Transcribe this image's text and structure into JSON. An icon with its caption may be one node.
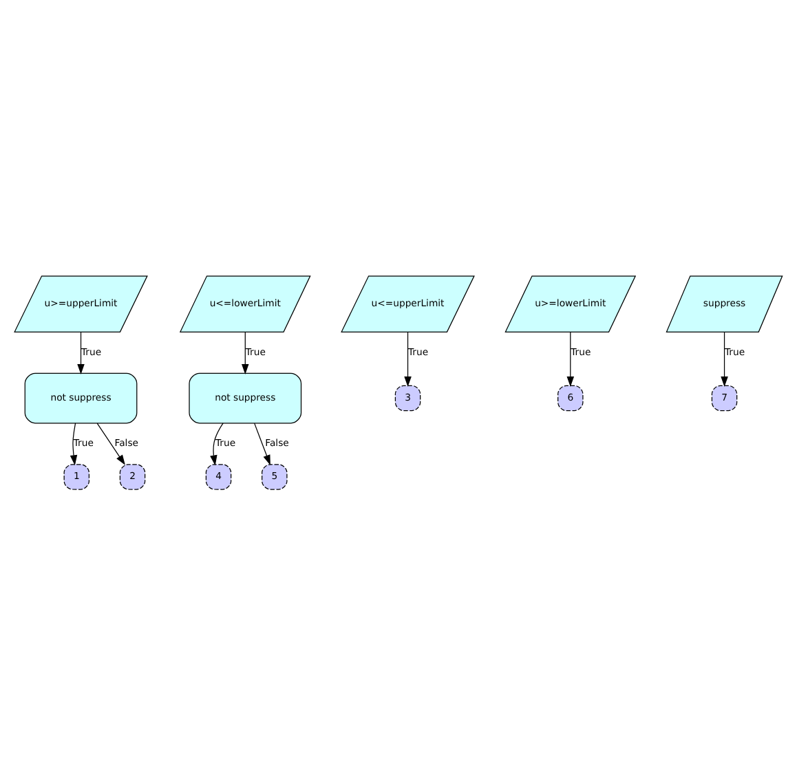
{
  "diagram": {
    "nodes": [
      {
        "text": [
          "u>=upperLimit"
        ]
      },
      {
        "text": [
          "u<=lowerLimit"
        ]
      },
      {
        "text": [
          "u<=upperLimit"
        ]
      },
      {
        "text": [
          "not suppress"
        ]
      },
      {
        "text": [
          "not suppress"
        ]
      },
      {
        "text": [
          "3"
        ]
      },
      {
        "text": [
          "1"
        ]
      },
      {
        "text": [
          "2"
        ]
      },
      {
        "text": [
          "4"
        ]
      },
      {
        "text": [
          "5"
        ]
      },
      {
        "text": [
          "u>=lowerLimit"
        ]
      },
      {
        "text": [
          "suppress"
        ]
      },
      {
        "text": [
          "6"
        ]
      },
      {
        "text": [
          "7"
        ]
      }
    ],
    "edges": [
      {
        "from": 0,
        "to": 3,
        "label": "True",
        "arrow": "to"
      },
      {
        "from": 1,
        "to": 4,
        "label": "True",
        "arrow": "to"
      },
      {
        "from": 2,
        "to": 5,
        "label": "True",
        "arrow": "to"
      },
      {
        "from": 3,
        "to": 6,
        "label": "True",
        "arrow": "to"
      },
      {
        "from": 3,
        "to": 7,
        "label": "False",
        "arrow": "to"
      },
      {
        "from": 4,
        "to": 8,
        "label": "True",
        "arrow": "to"
      },
      {
        "from": 4,
        "to": 9,
        "label": "False",
        "arrow": "to"
      },
      {
        "from": 10,
        "to": 12,
        "label": "True",
        "arrow": "to"
      },
      {
        "from": 11,
        "to": 13,
        "label": "True",
        "arrow": "to"
      }
    ]
  }
}
